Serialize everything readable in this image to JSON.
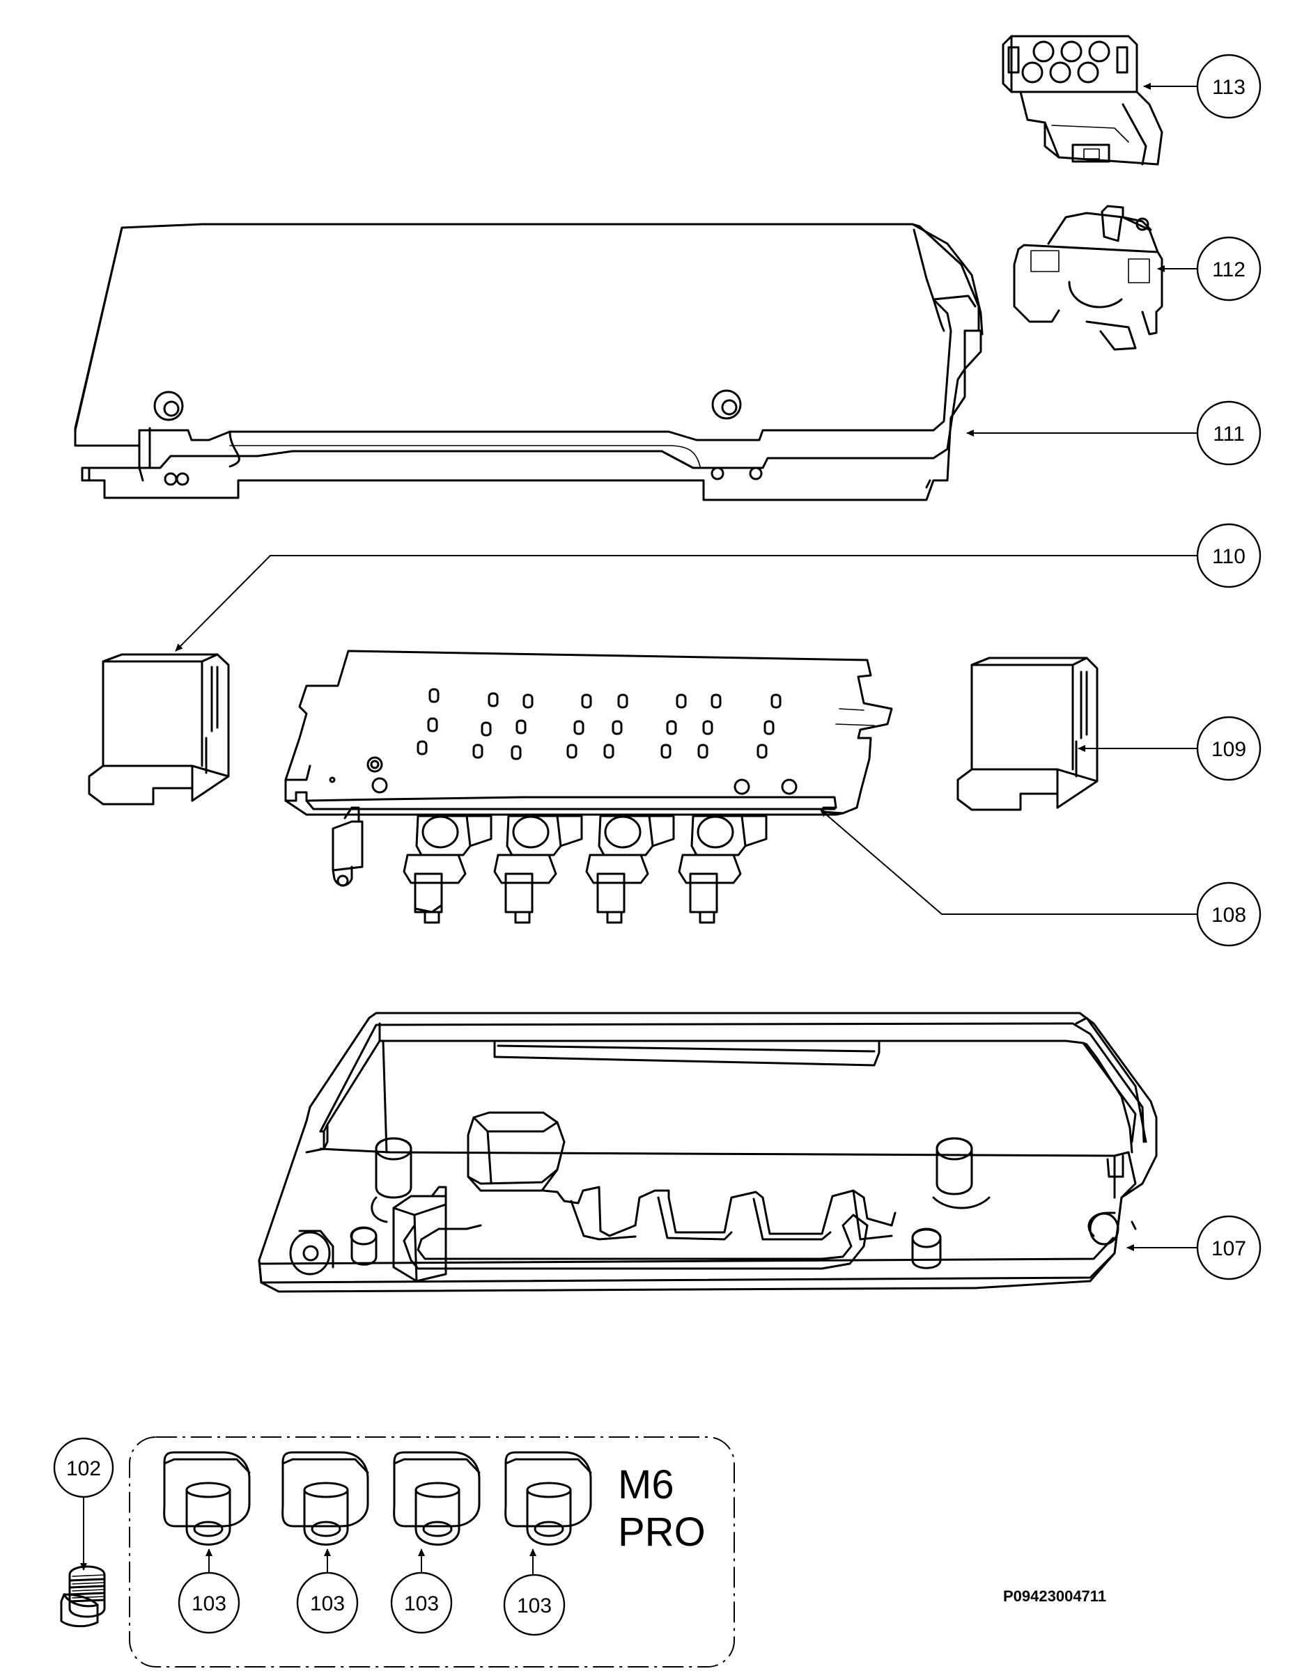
{
  "callouts": {
    "c113": "113",
    "c112": "112",
    "c111": "111",
    "c110": "110",
    "c109": "109",
    "c108": "108",
    "c107": "107",
    "c102": "102",
    "c103a": "103",
    "c103b": "103",
    "c103c": "103",
    "c103d": "103"
  },
  "model_label": {
    "line1": "M6",
    "line2": "PRO"
  },
  "drawing_code": "P09423004711"
}
